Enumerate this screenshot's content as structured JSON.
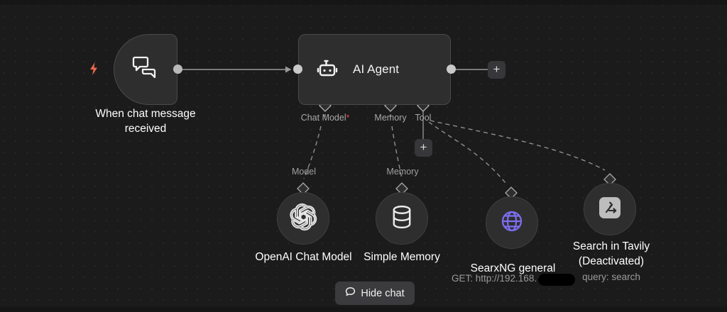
{
  "canvas": {
    "background_color": "#1b1b1b",
    "grid": "dot-grid"
  },
  "trigger": {
    "icon": "chat-bubbles-icon",
    "bolt_icon": "lightning-bolt-icon",
    "caption": "When chat message\nreceived"
  },
  "agent": {
    "icon": "robot-icon",
    "title": "AI Agent",
    "ports": [
      {
        "name": "chat-model-port",
        "label": "Chat Model",
        "required": true,
        "required_marker": "*"
      },
      {
        "name": "memory-port",
        "label": "Memory",
        "required": false,
        "required_marker": ""
      },
      {
        "name": "tool-port",
        "label": "Tool",
        "required": false,
        "required_marker": ""
      }
    ],
    "add_output_label": "+",
    "add_tool_label": "+"
  },
  "edge_labels": {
    "model": "Model",
    "memory": "Memory"
  },
  "subnodes": [
    {
      "name": "openai-chat-model",
      "icon": "openai-logo-icon",
      "caption": "OpenAI Chat Model",
      "subcaption": ""
    },
    {
      "name": "simple-memory",
      "icon": "database-icon",
      "caption": "Simple Memory",
      "subcaption": ""
    },
    {
      "name": "searxng-general",
      "icon": "globe-icon",
      "icon_color": "#7d6ef2",
      "caption": "SearxNG general",
      "subcaption": "GET: http://192.168."
    },
    {
      "name": "search-in-tavily",
      "icon": "tavily-icon",
      "caption": "Search in Tavily\n(Deactivated)",
      "subcaption": "query: search"
    }
  ],
  "hide_chat": {
    "icon": "chat-bubble-icon",
    "label": "Hide chat"
  },
  "colors": {
    "node_fill": "#2e2e2e",
    "node_border": "#4a4a4a",
    "accent_trigger": "#e8694c",
    "accent_globe": "#7d6ef2",
    "required_star": "#e0455a",
    "edge": "#9a9a9a"
  }
}
